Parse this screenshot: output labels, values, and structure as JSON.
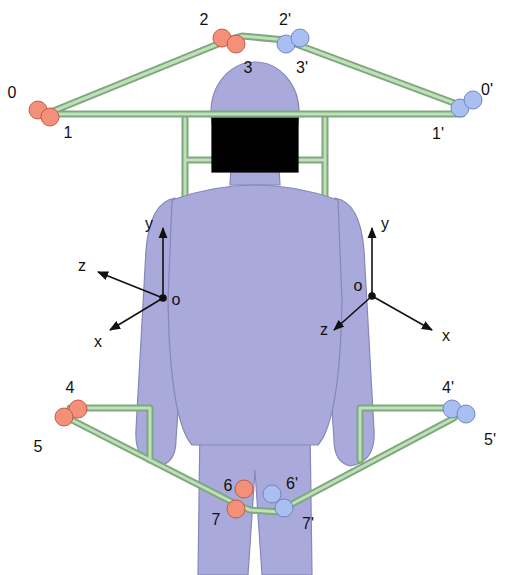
{
  "diagram": {
    "labels": [
      "0",
      "1",
      "2",
      "3",
      "2'",
      "3'",
      "0'",
      "1'",
      "y",
      "z",
      "x",
      "o",
      "y",
      "z",
      "x",
      "o",
      "4",
      "5",
      "4'",
      "5'",
      "6",
      "7",
      "6'",
      "7'"
    ]
  }
}
